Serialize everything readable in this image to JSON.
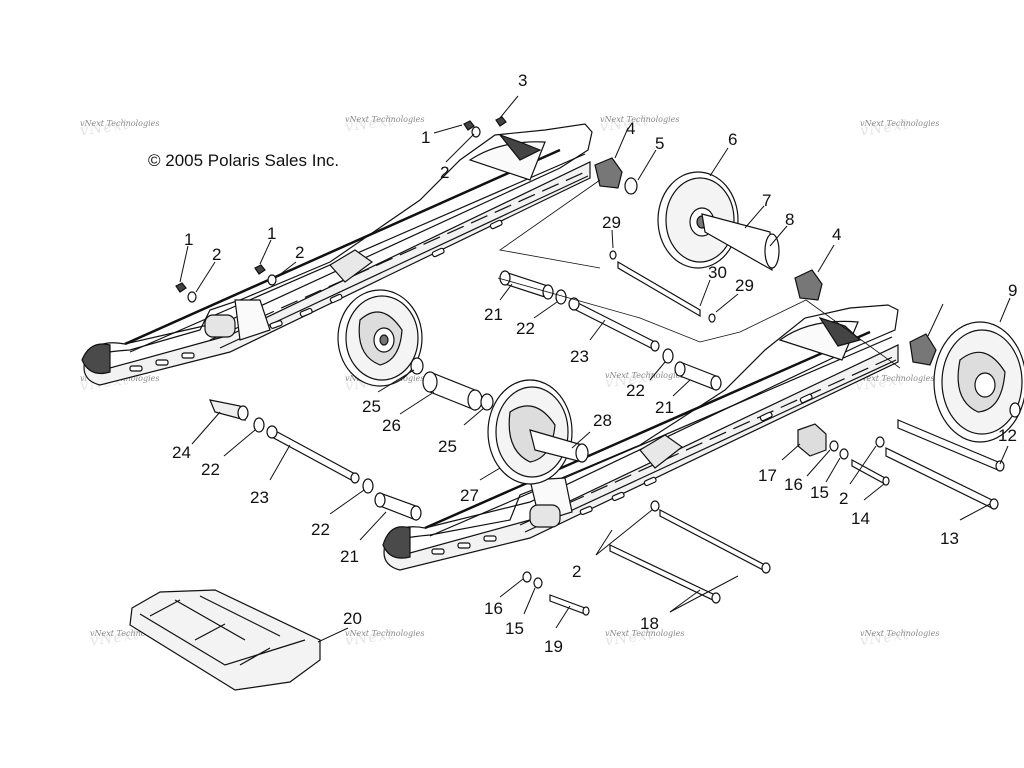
{
  "copyright": "© 2005 Polaris Sales Inc.",
  "watermark": "vNext Technologies",
  "callouts": [
    "1",
    "2",
    "3",
    "4",
    "5",
    "6",
    "7",
    "8",
    "4",
    "9",
    "29",
    "30",
    "29",
    "1",
    "2",
    "1",
    "2",
    "21",
    "22",
    "23",
    "22",
    "21",
    "25",
    "26",
    "25",
    "28",
    "24",
    "22",
    "23",
    "22",
    "21",
    "27",
    "17",
    "16",
    "15",
    "2",
    "14",
    "12",
    "13",
    "2",
    "16",
    "15",
    "19",
    "18",
    "20"
  ]
}
